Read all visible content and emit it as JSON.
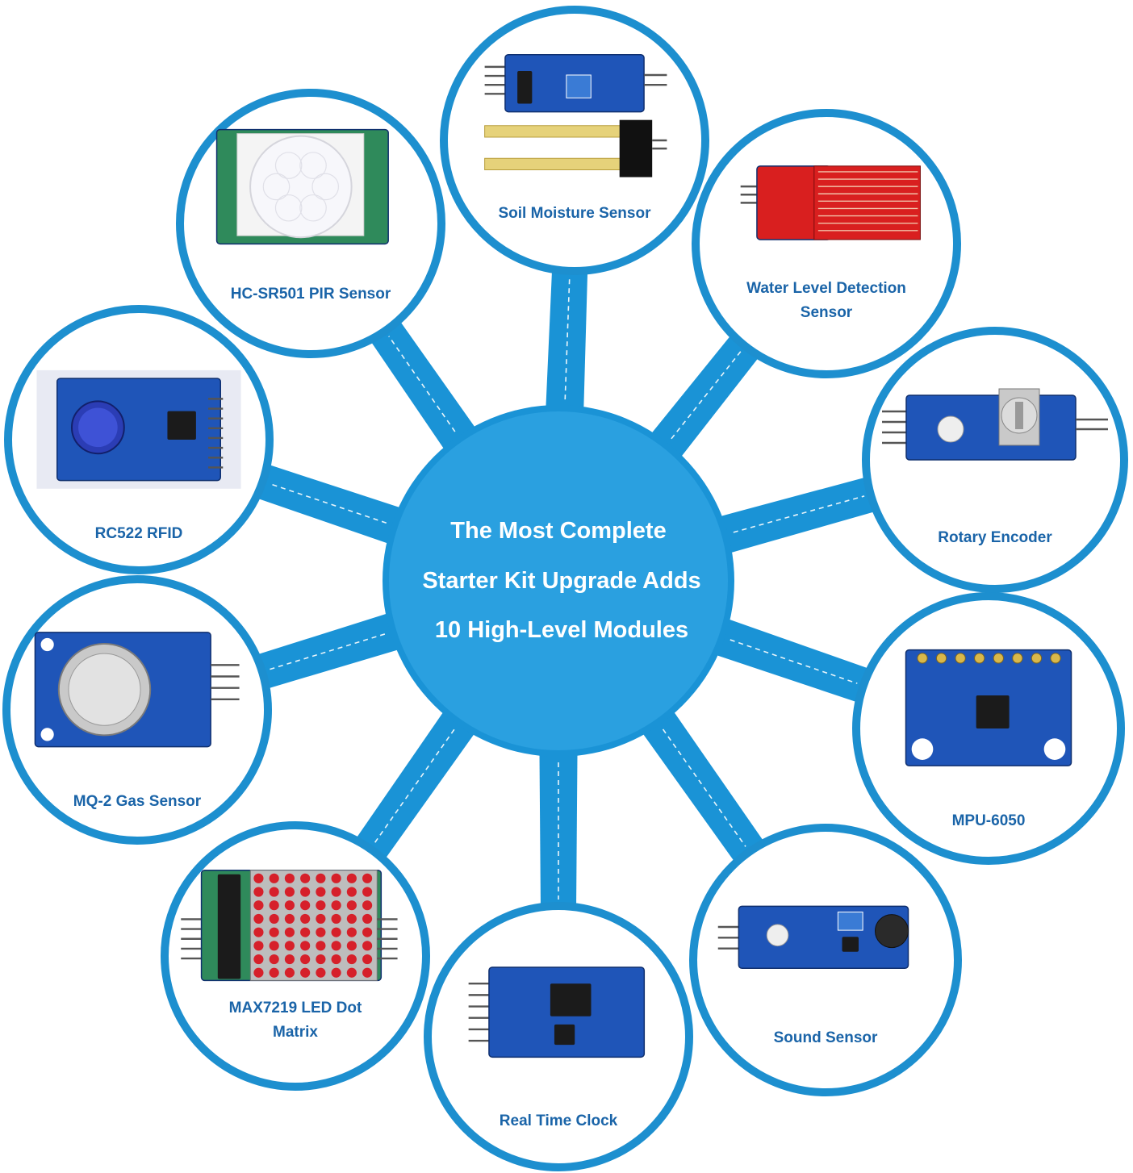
{
  "center": {
    "lines": [
      "The Most Complete",
      "Starter Kit Upgrade Adds",
      "10 High-Level Modules"
    ]
  },
  "modules": [
    {
      "id": "soil-moisture",
      "label_lines": [
        "Soil Moisture Sensor"
      ],
      "icon": "soil-moisture-sensor-icon"
    },
    {
      "id": "water-level",
      "label_lines": [
        "Water Level Detection",
        "Sensor"
      ],
      "icon": "water-level-sensor-icon"
    },
    {
      "id": "rotary-encoder",
      "label_lines": [
        "Rotary Encoder"
      ],
      "icon": "rotary-encoder-icon"
    },
    {
      "id": "mpu-6050",
      "label_lines": [
        "MPU-6050"
      ],
      "icon": "mpu-6050-icon"
    },
    {
      "id": "sound-sensor",
      "label_lines": [
        "Sound Sensor"
      ],
      "icon": "sound-sensor-icon"
    },
    {
      "id": "real-time-clock",
      "label_lines": [
        "Real Time Clock"
      ],
      "icon": "real-time-clock-icon"
    },
    {
      "id": "max7219",
      "label_lines": [
        "MAX7219 LED Dot",
        "Matrix"
      ],
      "icon": "led-dot-matrix-icon"
    },
    {
      "id": "mq-2",
      "label_lines": [
        "MQ-2 Gas Sensor"
      ],
      "icon": "gas-sensor-icon"
    },
    {
      "id": "rc522",
      "label_lines": [
        "RC522 RFID"
      ],
      "icon": "rfid-module-icon"
    },
    {
      "id": "hc-sr501",
      "label_lines": [
        "HC-SR501 PIR Sensor"
      ],
      "icon": "pir-sensor-icon"
    }
  ],
  "colors": {
    "hub": "#1a93d6",
    "spoke": "#1a93d6",
    "ring": "#1d8fcf",
    "label": "#1a64a8",
    "pcb_blue": "#1f55b8",
    "pcb_red": "#d91f1f"
  }
}
